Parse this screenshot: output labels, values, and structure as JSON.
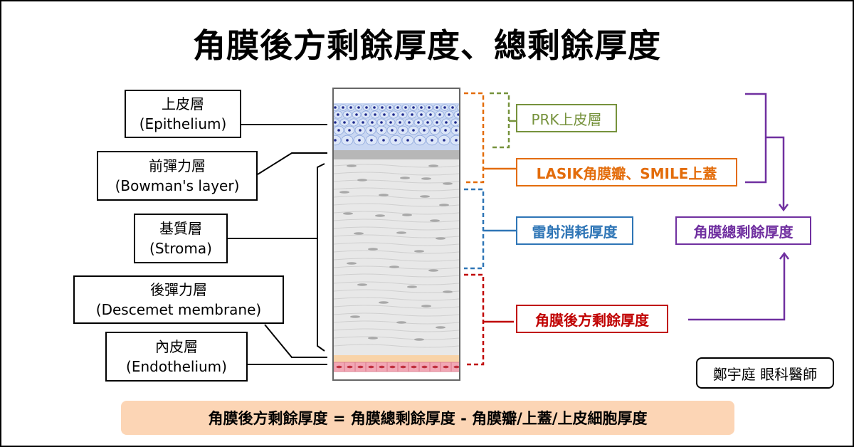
{
  "title": "角膜後方剩餘厚度、總剩餘厚度",
  "layers": [
    {
      "zh": "上皮層",
      "en": "(Epithelium)"
    },
    {
      "zh": "前彈力層",
      "en": "(Bowman's layer)"
    },
    {
      "zh": "基質層",
      "en": "(Stroma)"
    },
    {
      "zh": "後彈力層",
      "en": "(Descemet membrane)"
    },
    {
      "zh": "內皮層",
      "en": "(Endothelium)"
    }
  ],
  "brackets": {
    "prk": {
      "label": "PRK上皮層",
      "color": "#76923c"
    },
    "lasik": {
      "label": "LASIK角膜瓣、SMILE上蓋",
      "color": "#e36c0a"
    },
    "laser": {
      "label": "雷射消耗厚度",
      "color": "#2e75b6"
    },
    "residual": {
      "label": "角膜後方剩餘厚度",
      "color": "#c00000"
    },
    "total": {
      "label": "角膜總剩餘厚度",
      "color": "#7030a0"
    }
  },
  "cornea_colors": {
    "epithelium": "#c9d7f2",
    "nucleus": "#1f2a8c",
    "bowman": "#b7b7b7",
    "stroma": "#e8e8e8",
    "descemet": "#f8d3a8",
    "endothelium": "#f1a7b5",
    "endo_nucleus": "#c0303e"
  },
  "author": "鄭宇庭 眼科醫師",
  "formula": {
    "text": "角膜後方剩餘厚度 = 角膜總剩餘厚度 - 角膜瓣/上蓋/上皮細胞厚度",
    "bg": "#fcd5b5"
  }
}
